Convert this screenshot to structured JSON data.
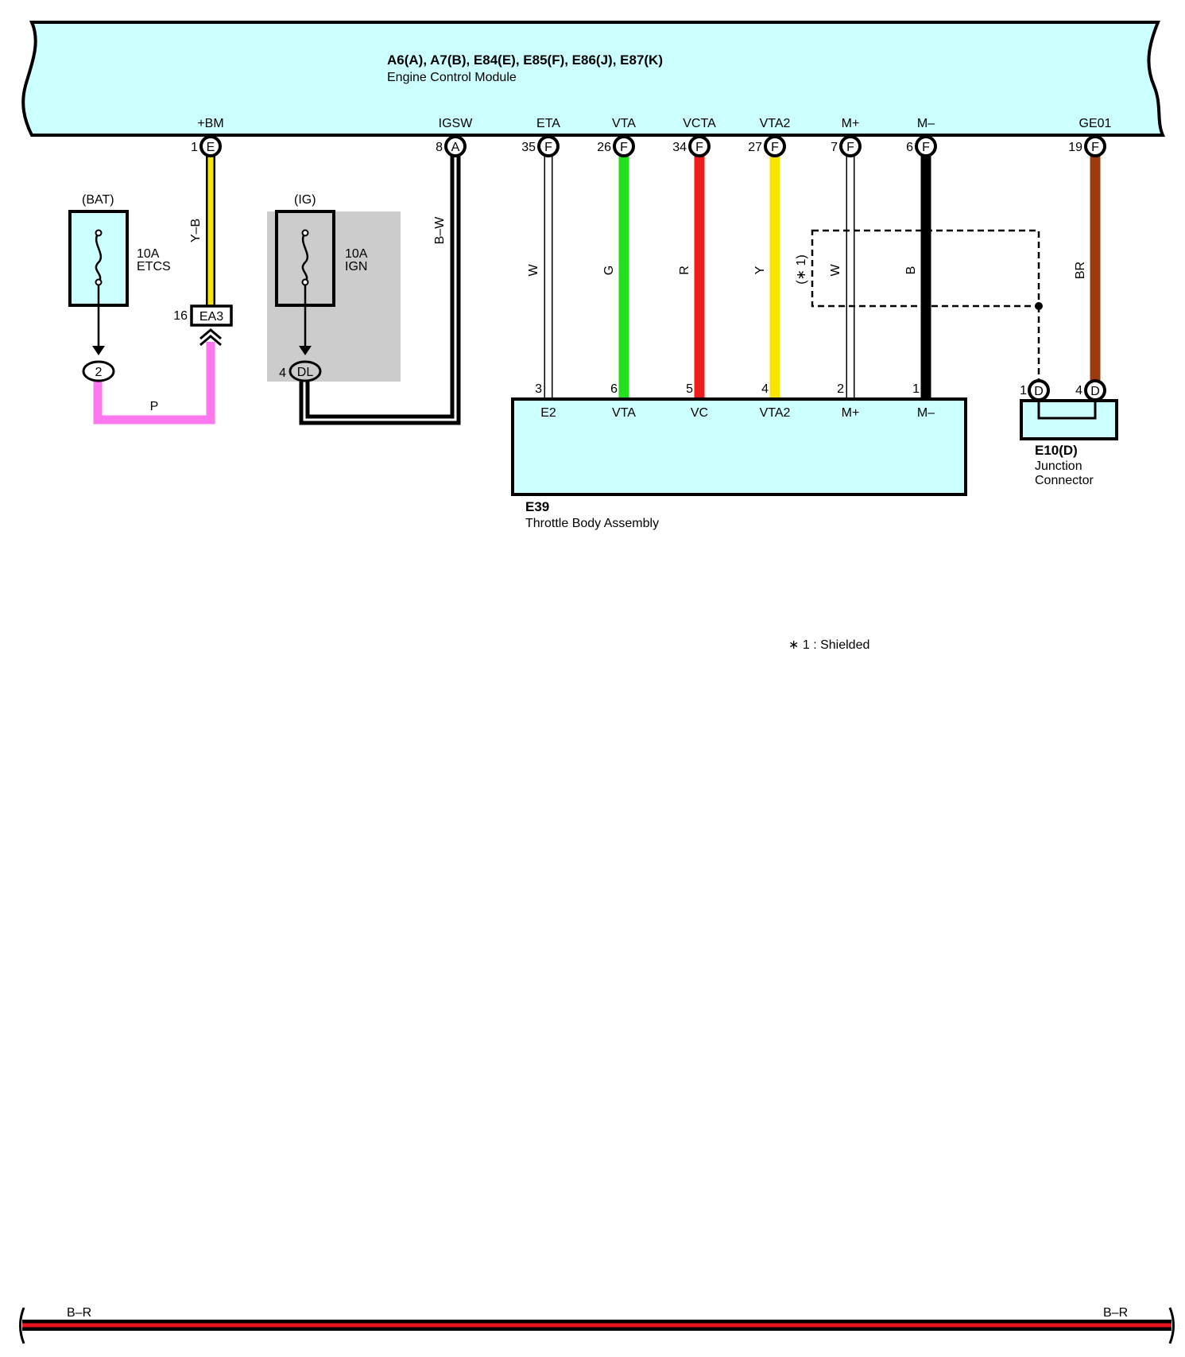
{
  "ecm": {
    "connectors": "A6(A), A7(B), E84(E), E85(F), E86(J), E87(K)",
    "name": "Engine Control Module"
  },
  "ecm_terminals": [
    {
      "label": "+BM",
      "pin": "1",
      "conn": "E"
    },
    {
      "label": "IGSW",
      "pin": "8",
      "conn": "A"
    },
    {
      "label": "ETA",
      "pin": "35",
      "conn": "F"
    },
    {
      "label": "VTA",
      "pin": "26",
      "conn": "F"
    },
    {
      "label": "VCTA",
      "pin": "34",
      "conn": "F"
    },
    {
      "label": "VTA2",
      "pin": "27",
      "conn": "F"
    },
    {
      "label": "M+",
      "pin": "7",
      "conn": "F"
    },
    {
      "label": "M–",
      "pin": "6",
      "conn": "F"
    },
    {
      "label": "GE01",
      "pin": "19",
      "conn": "F"
    }
  ],
  "wires": [
    {
      "color_code": "Y–B",
      "hex": "#f5e500"
    },
    {
      "color_code": "B–W",
      "hex": "#000000"
    },
    {
      "color_code": "W",
      "hex": "#ffffff"
    },
    {
      "color_code": "G",
      "hex": "#22e01e"
    },
    {
      "color_code": "R",
      "hex": "#ef1c1c"
    },
    {
      "color_code": "Y",
      "hex": "#f5e500"
    },
    {
      "color_code": "W",
      "hex": "#ffffff"
    },
    {
      "color_code": "B",
      "hex": "#000000"
    },
    {
      "color_code": "BR",
      "hex": "#9b3c10"
    },
    {
      "color_code": "P",
      "hex": "#ff77ee"
    }
  ],
  "fuse_bat": {
    "source": "(BAT)",
    "rating": "10A",
    "name": "ETCS"
  },
  "fuse_ig": {
    "source": "(IG)",
    "rating": "10A",
    "name": "IGN"
  },
  "connector_ea3": {
    "pin": "16",
    "name": "EA3"
  },
  "connector_2": {
    "name": "2"
  },
  "connector_dl": {
    "pin": "4",
    "name": "DL"
  },
  "shield_tag": "(∗ 1)",
  "throttle": {
    "id": "E39",
    "name": "Throttle Body Assembly",
    "pins": [
      {
        "pin": "3",
        "label": "E2"
      },
      {
        "pin": "6",
        "label": "VTA"
      },
      {
        "pin": "5",
        "label": "VC"
      },
      {
        "pin": "4",
        "label": "VTA2"
      },
      {
        "pin": "2",
        "label": "M+"
      },
      {
        "pin": "1",
        "label": "M–"
      }
    ]
  },
  "junction": {
    "id": "E10(D)",
    "name_line1": "Junction",
    "name_line2": "Connector",
    "pins": [
      {
        "pin": "1",
        "conn": "D"
      },
      {
        "pin": "4",
        "conn": "D"
      }
    ]
  },
  "note": "∗ 1 : Shielded",
  "bottom_wire": {
    "left_label": "B–R",
    "right_label": "B–R"
  },
  "colors": {
    "module_fill": "#ccffff",
    "fuse_shade": "#cccccc",
    "bottom_red": "#e8141e"
  }
}
